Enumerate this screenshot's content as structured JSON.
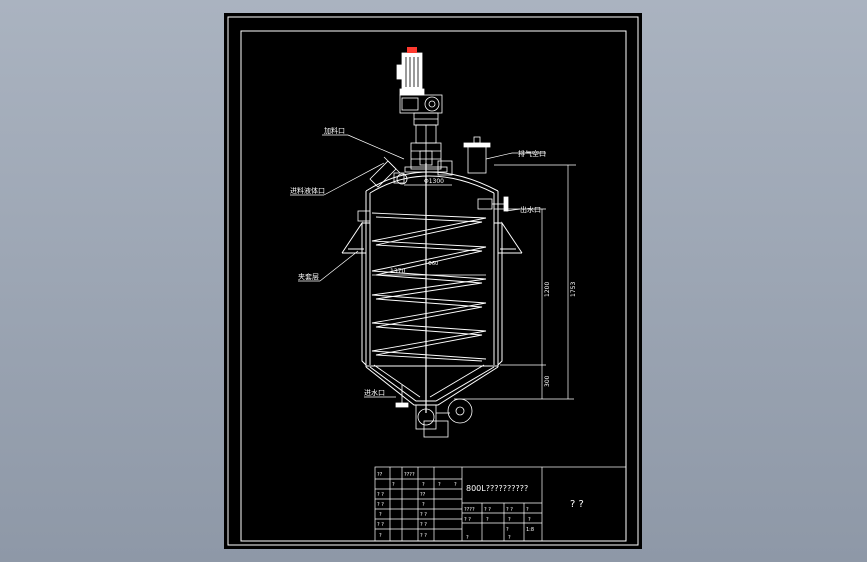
{
  "labels": {
    "feed_port": "加料口",
    "vent_port": "排气空口",
    "feed_in_port": "进料液体口",
    "water_out_port": "出水口",
    "jacket": "夹套层",
    "water_in_port": "进水口"
  },
  "dimensions": {
    "top_diameter": "Φ1300",
    "inner_width": "1370",
    "shaft_diameter": "Φ60",
    "straight_height": "1200",
    "total_height": "1753",
    "cone_height": "300"
  },
  "title_block": {
    "title": "800L??????????",
    "subtitle": "? ?",
    "cells": [
      "??",
      "????",
      "?",
      "?",
      "?",
      "?",
      "? ?",
      "??",
      "? ?",
      "?",
      "? ?",
      "?",
      "? ?",
      "? ?",
      "?",
      "? ?",
      "????",
      "? ?",
      "? ?",
      "?",
      "? ?",
      "?",
      "?",
      "?",
      "?",
      "1:8",
      "?",
      "?"
    ]
  },
  "colors": {
    "sheet": "#000000",
    "line": "#ffffff",
    "background": "#9aa3b1"
  }
}
